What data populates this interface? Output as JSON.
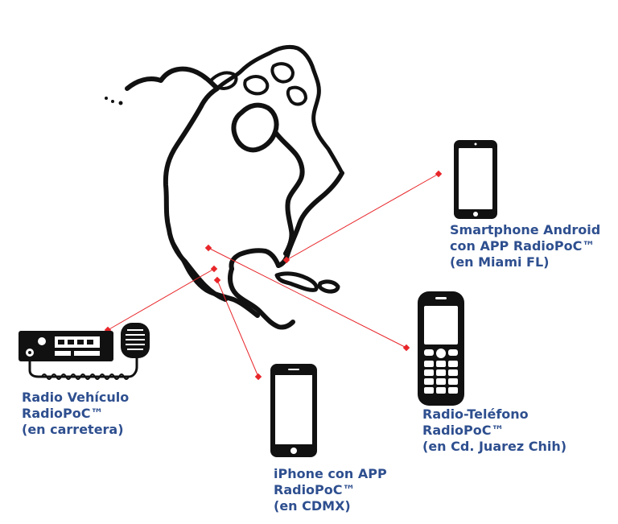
{
  "colors": {
    "label": "#2e4f8f",
    "link": "#e8262a",
    "ink": "#111111"
  },
  "devices": {
    "android": {
      "icon": "tablet-icon",
      "lines": [
        "Smartphone Android",
        "con APP RadioPoC™",
        "(en Miami FL)"
      ]
    },
    "radio": {
      "icon": "car-radio-icon",
      "lines": [
        "Radio Vehículo",
        "RadioPoC™",
        "(en carretera)"
      ]
    },
    "iphone": {
      "icon": "iphone-icon",
      "lines": [
        "iPhone con APP",
        "RadioPoC™",
        "(en CDMX)"
      ]
    },
    "phone": {
      "icon": "feature-phone-icon",
      "lines": [
        "Radio-Teléfono",
        "RadioPoC™",
        "(en Cd. Juarez Chih)"
      ]
    }
  },
  "map": {
    "icon": "north-america-map-icon"
  }
}
